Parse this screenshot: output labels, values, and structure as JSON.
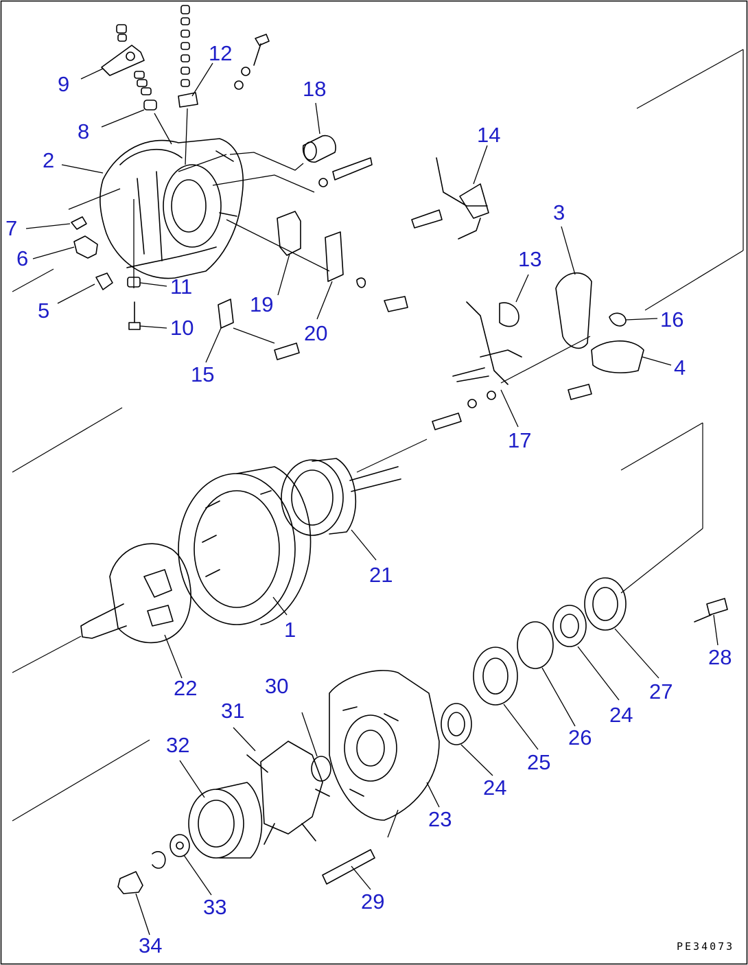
{
  "diagram": {
    "drawing_code": "PE34073",
    "callout_color": "#1e1ec8",
    "callouts": [
      "1",
      "2",
      "3",
      "4",
      "5",
      "6",
      "7",
      "8",
      "9",
      "10",
      "11",
      "12",
      "13",
      "14",
      "15",
      "16",
      "17",
      "18",
      "19",
      "20",
      "21",
      "22",
      "23",
      "24",
      "24",
      "25",
      "26",
      "27",
      "28",
      "29",
      "30",
      "31",
      "32",
      "33",
      "34"
    ]
  }
}
